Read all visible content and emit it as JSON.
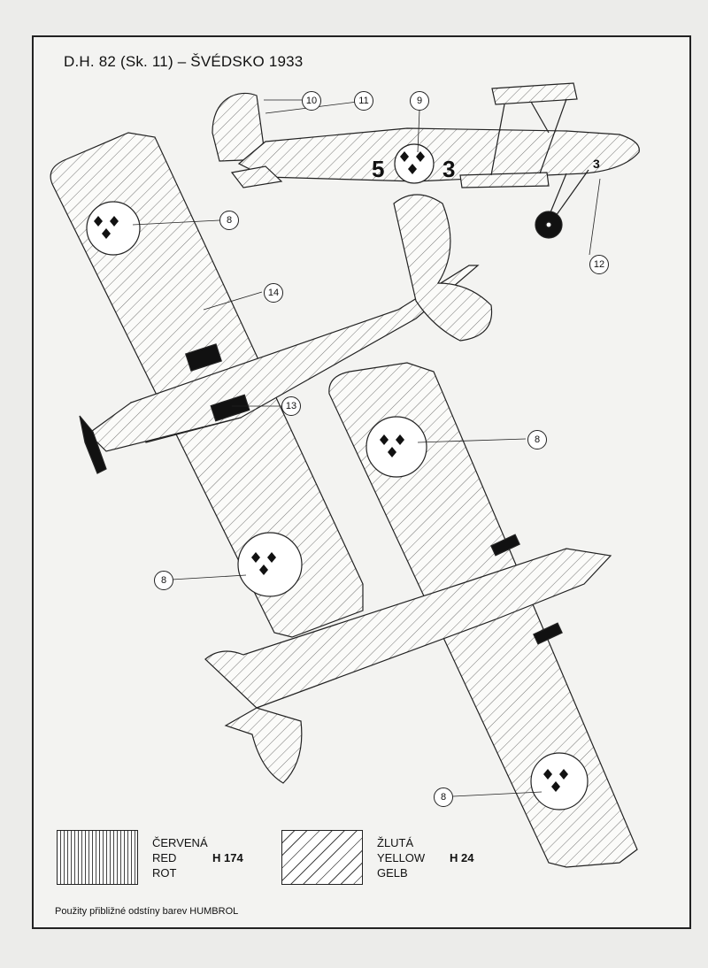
{
  "title": "D.H. 82 (Sk. 11) – ŠVÉDSKO 1933",
  "fuselage_numbers": {
    "left": "5",
    "right": "3",
    "nose": "3"
  },
  "callouts": [
    "10",
    "11",
    "9",
    "8",
    "12",
    "14",
    "13",
    "8",
    "8",
    "8"
  ],
  "legend": [
    {
      "names": [
        "ČERVENÁ",
        "RED",
        "ROT"
      ],
      "code": "H 174"
    },
    {
      "names": [
        "ŽLUTÁ",
        "YELLOW",
        "GELB"
      ],
      "code": "H 24"
    }
  ],
  "footnote": "Použity přibližné odstíny barev HUMBROL",
  "colors": {
    "ink": "#222222",
    "paper": "#f3f3f1"
  },
  "icons": [
    "swedish-three-crowns-roundel-icon"
  ]
}
